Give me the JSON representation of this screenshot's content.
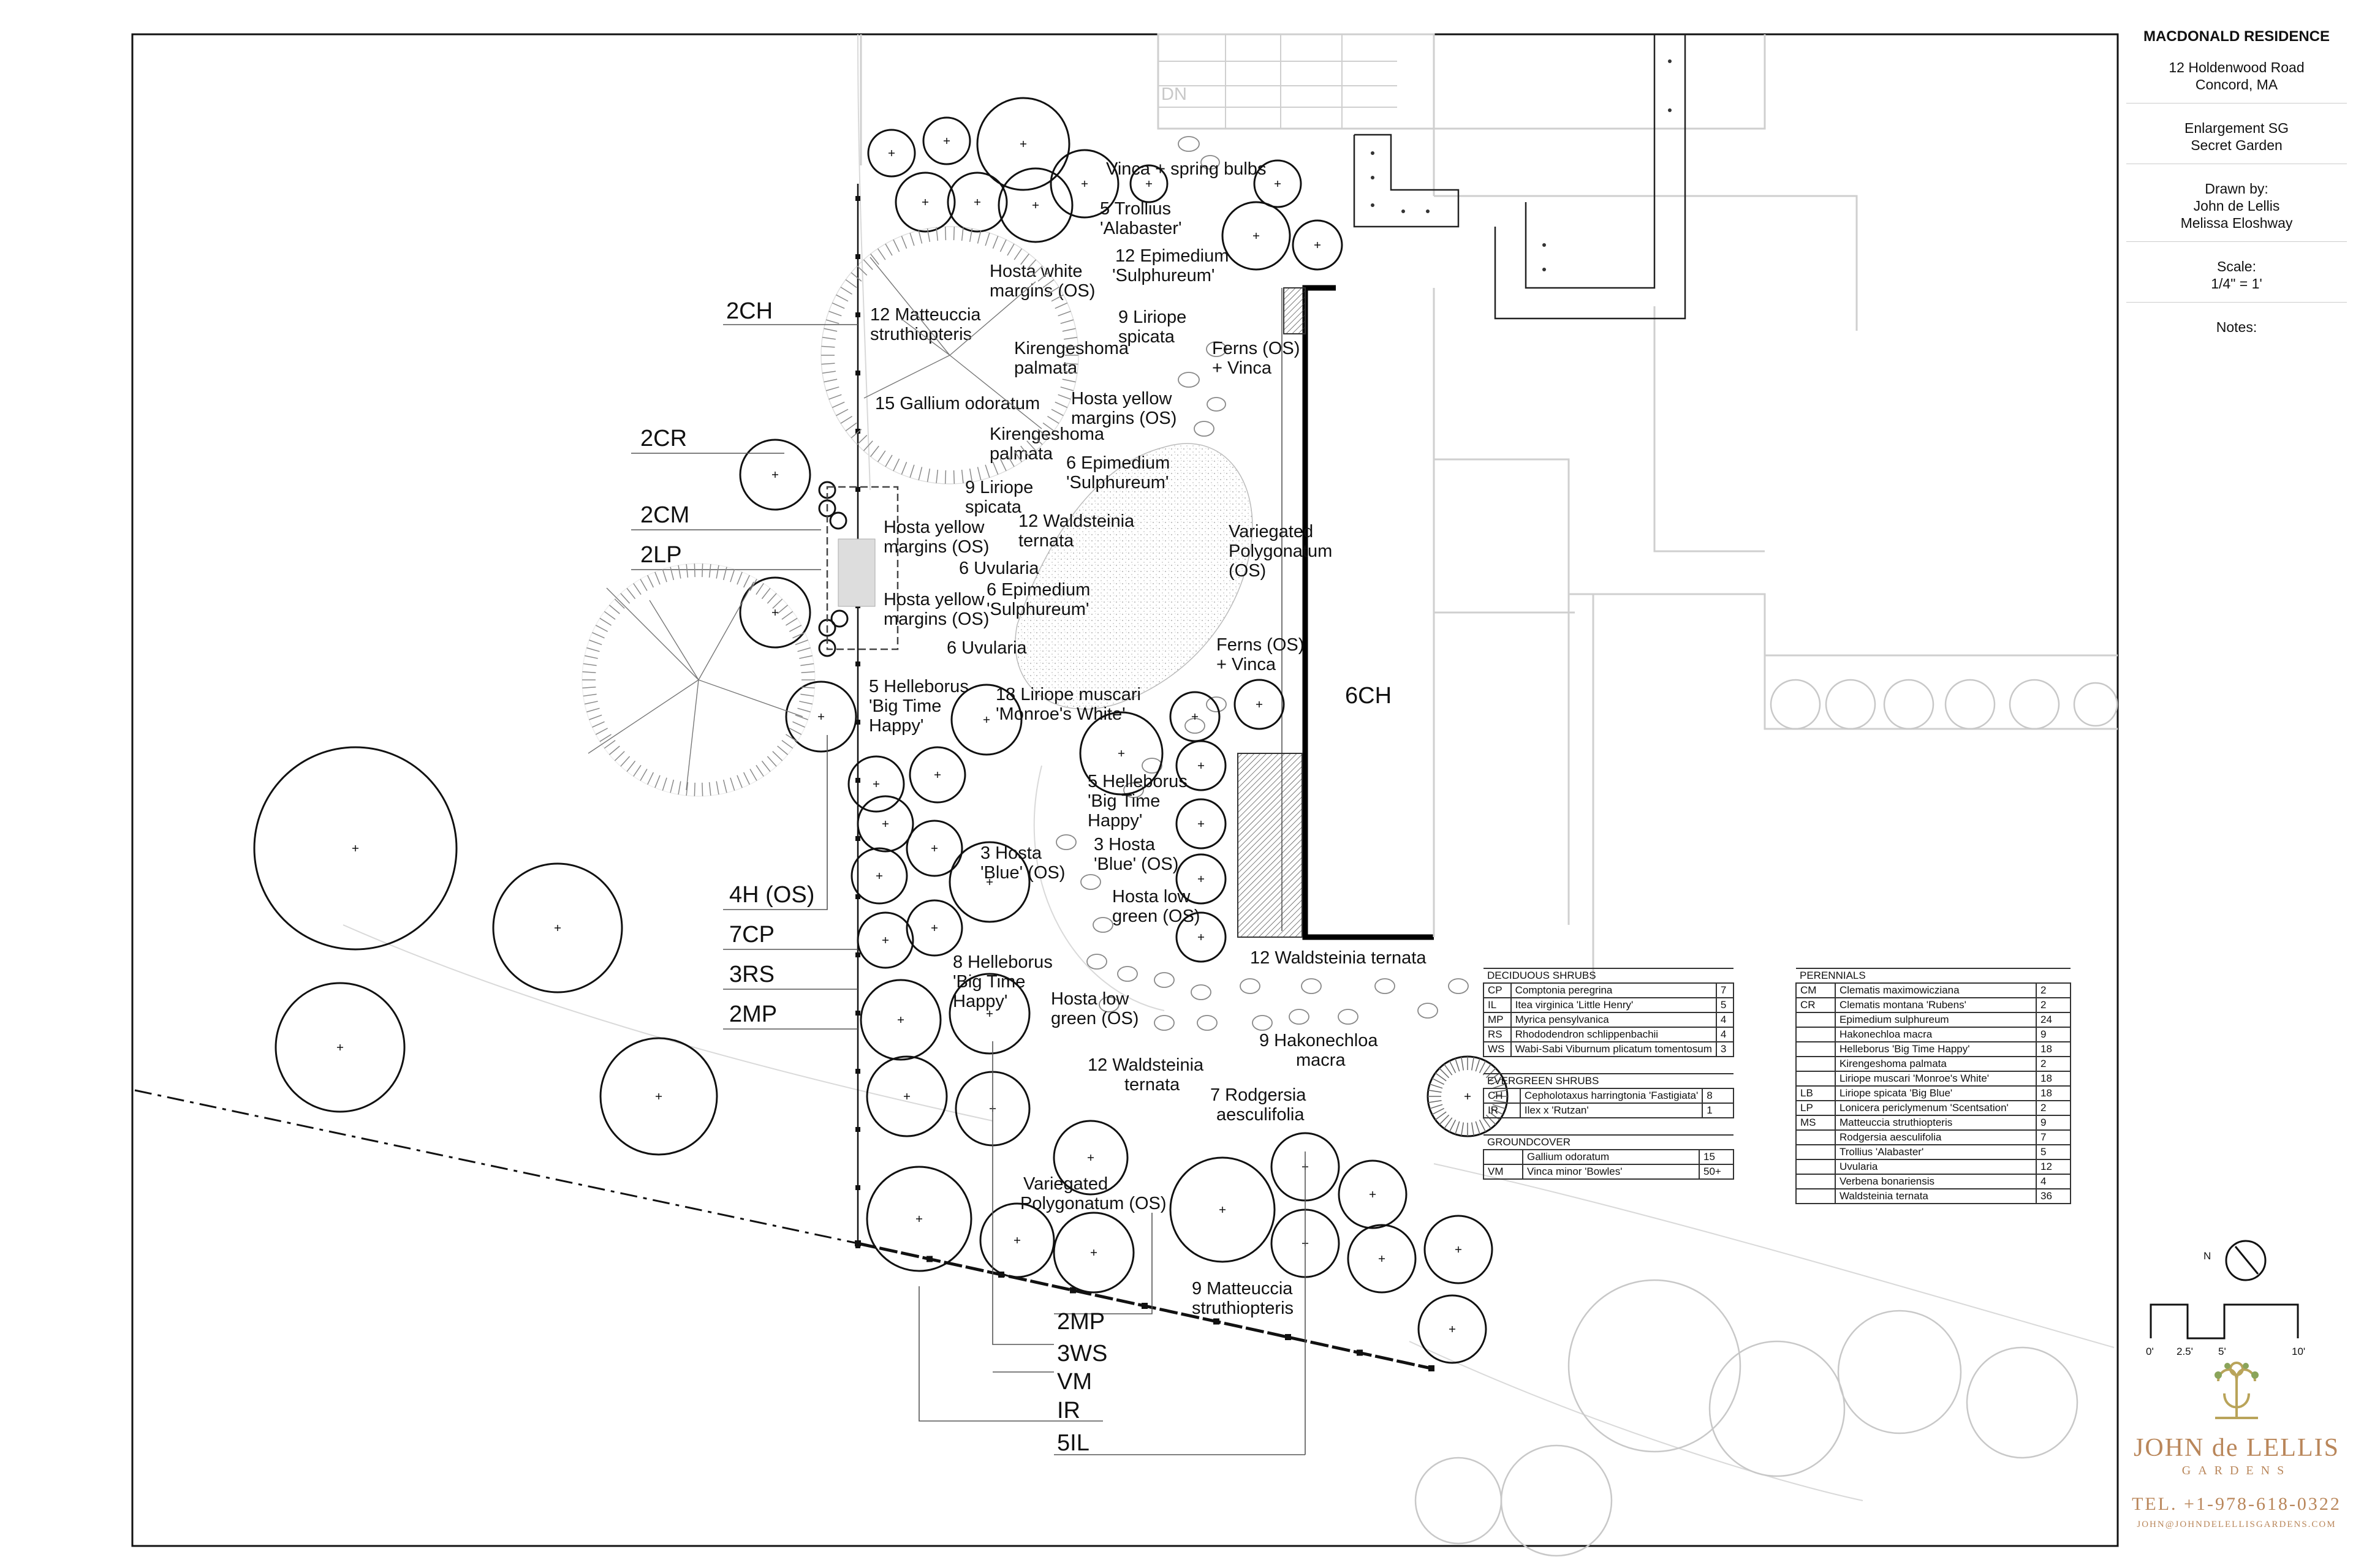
{
  "title_block": {
    "project": "MACDONALD RESIDENCE",
    "address_1": "12 Holdenwood Road",
    "address_2": "Concord, MA",
    "sheet_1": "Enlargement SG",
    "sheet_2": "Secret Garden",
    "drawn_by_label": "Drawn by:",
    "drawn_by_1": "John de Lellis",
    "drawn_by_2": "Melissa Eloshway",
    "scale_label": "Scale:",
    "scale_value": "1/4\" = 1'",
    "notes_label": "Notes:",
    "north_label": "N",
    "bar_scale": [
      "0'",
      "2.5'",
      "5'",
      "10'"
    ]
  },
  "logo": {
    "name": "JOHN de LELLIS",
    "sub": "GARDENS",
    "tel": "TEL. +1-978-618-0322",
    "email": "JOHN@JOHNDELELLISGARDENS.COM"
  },
  "plan_labels": {
    "dn": "DN",
    "vinca_bulbs": "Vinca + spring bulbs",
    "trollius_1": "5 Trollius",
    "trollius_2": "'Alabaster'",
    "epimedium12_1": "12 Epimedium",
    "epimedium12_2": "'Sulphureum'",
    "hosta_white_1": "Hosta white",
    "hosta_white_2": "margins (OS)",
    "matteuccia12_1": "12 Matteuccia",
    "matteuccia12_2": "struthiopteris",
    "liriope9a_1": "9 Liriope",
    "liriope9a_2": "spicata",
    "kiren_a_1": "Kirengeshoma",
    "kiren_a_2": "palmata",
    "ferns_vinca_a_1": "Ferns (OS)",
    "ferns_vinca_a_2": "+ Vinca",
    "gallium": "15 Gallium odoratum",
    "hosta_yellow_a_1": "Hosta yellow",
    "hosta_yellow_a_2": "margins (OS)",
    "kiren_b_1": "Kirengeshoma",
    "kiren_b_2": "palmata",
    "epimedium6a_1": "6 Epimedium",
    "epimedium6a_2": "'Sulphureum'",
    "liriope9b_1": "9 Liriope",
    "liriope9b_2": "spicata",
    "waldsteinia12a_1": "12 Waldsteinia",
    "waldsteinia12a_2": "ternata",
    "hosta_yellow_b_1": "Hosta yellow",
    "hosta_yellow_b_2": "margins (OS)",
    "uvularia_a": "6 Uvularia",
    "polygonatum_a_1": "Variegated",
    "polygonatum_a_2": "Polygonatum",
    "polygonatum_a_3": "(OS)",
    "epimedium6b_1": "6 Epimedium",
    "epimedium6b_2": "'Sulphureum'",
    "hosta_yellow_c_1": "Hosta yellow",
    "hosta_yellow_c_2": "margins (OS)",
    "uvularia_b": "6 Uvularia",
    "ferns_vinca_b_1": "Ferns (OS)",
    "ferns_vinca_b_2": "+ Vinca",
    "helleborus5a_1": "5 Helleborus",
    "helleborus5a_2": "'Big Time",
    "helleborus5a_3": "Happy'",
    "liriope18_1": "18 Liriope muscari",
    "liriope18_2": "'Monroe's White'",
    "helleborus5b_1": "5 Helleborus",
    "helleborus5b_2": "'Big Time",
    "helleborus5b_3": "Happy'",
    "hosta_blue_a_1": "3 Hosta",
    "hosta_blue_a_2": "'Blue' (OS)",
    "hosta_blue_b_1": "3 Hosta",
    "hosta_blue_b_2": "'Blue' (OS)",
    "hosta_low_a_1": "Hosta low",
    "hosta_low_a_2": "green (OS)",
    "waldsteinia12b": "12 Waldsteinia ternata",
    "helleborus8_1": "8 Helleborus",
    "helleborus8_2": "'Big Time",
    "helleborus8_3": "Happy'",
    "hosta_low_b_1": "Hosta low",
    "hosta_low_b_2": "green (OS)",
    "hakonechloa_1": "9 Hakonechloa",
    "hakonechloa_2": "macra",
    "waldsteinia12c_1": "12 Waldsteinia",
    "waldsteinia12c_2": "ternata",
    "rodgersia_1": "7 Rodgersia",
    "rodgersia_2": "aesculifolia",
    "polygonatum_b_1": "Variegated",
    "polygonatum_b_2": "Polygonatum (OS)",
    "matteuccia9_1": "9 Matteuccia",
    "matteuccia9_2": "struthiopteris"
  },
  "callouts": {
    "c_2ch": "2CH",
    "c_2cr": "2CR",
    "c_2cm": "2CM",
    "c_2lp": "2LP",
    "c_4h": "4H (OS)",
    "c_7cp": "7CP",
    "c_3rs": "3RS",
    "c_2mp_left": "2MP",
    "c_6ch": "6CH",
    "c_2mp_bottom": "2MP",
    "c_3ws": "3WS",
    "c_vm": "VM",
    "c_ir": "IR",
    "c_5il": "5IL"
  },
  "tables": {
    "deciduous": {
      "title": "DECIDUOUS SHRUBS",
      "rows": [
        [
          "CP",
          "Comptonia peregrina",
          "7"
        ],
        [
          "IL",
          "Itea virginica 'Little Henry'",
          "5"
        ],
        [
          "MP",
          "Myrica pensylvanica",
          "4"
        ],
        [
          "RS",
          "Rhododendron schlippenbachii",
          "4"
        ],
        [
          "WS",
          "Wabi-Sabi Viburnum plicatum tomentosum",
          "3"
        ]
      ]
    },
    "evergreen": {
      "title": "EVERGREEN SHRUBS",
      "rows": [
        [
          "CH",
          "Cepholotaxus harringtonia 'Fastigiata'",
          "8"
        ],
        [
          "IR",
          "Ilex x 'Rutzan'",
          "1"
        ]
      ]
    },
    "groundcover": {
      "title": "GROUNDCOVER",
      "rows": [
        [
          "",
          "Gallium odoratum",
          "15"
        ],
        [
          "VM",
          "Vinca minor 'Bowles'",
          "50+"
        ]
      ]
    },
    "perennials": {
      "title": "PERENNIALS",
      "rows": [
        [
          "CM",
          "Clematis maximowicziana",
          "2"
        ],
        [
          "CR",
          "Clematis montana 'Rubens'",
          "2"
        ],
        [
          "",
          "Epimedium sulphureum",
          "24"
        ],
        [
          "",
          "Hakonechloa macra",
          "9"
        ],
        [
          "",
          "Helleborus 'Big Time Happy'",
          "18"
        ],
        [
          "",
          "Kirengeshoma palmata",
          "2"
        ],
        [
          "",
          "Liriope muscari 'Monroe's White'",
          "18"
        ],
        [
          "LB",
          "Liriope spicata 'Big Blue'",
          "18"
        ],
        [
          "LP",
          "Lonicera periclymenum 'Scentsation'",
          "2"
        ],
        [
          "MS",
          "Matteuccia struthiopteris",
          "9"
        ],
        [
          "",
          "Rodgersia aesculifolia",
          "7"
        ],
        [
          "",
          "Trollius 'Alabaster'",
          "5"
        ],
        [
          "",
          "Uvularia",
          "12"
        ],
        [
          "",
          "Verbena bonariensis",
          "4"
        ],
        [
          "",
          "Waldsteinia ternata",
          "36"
        ]
      ]
    }
  }
}
